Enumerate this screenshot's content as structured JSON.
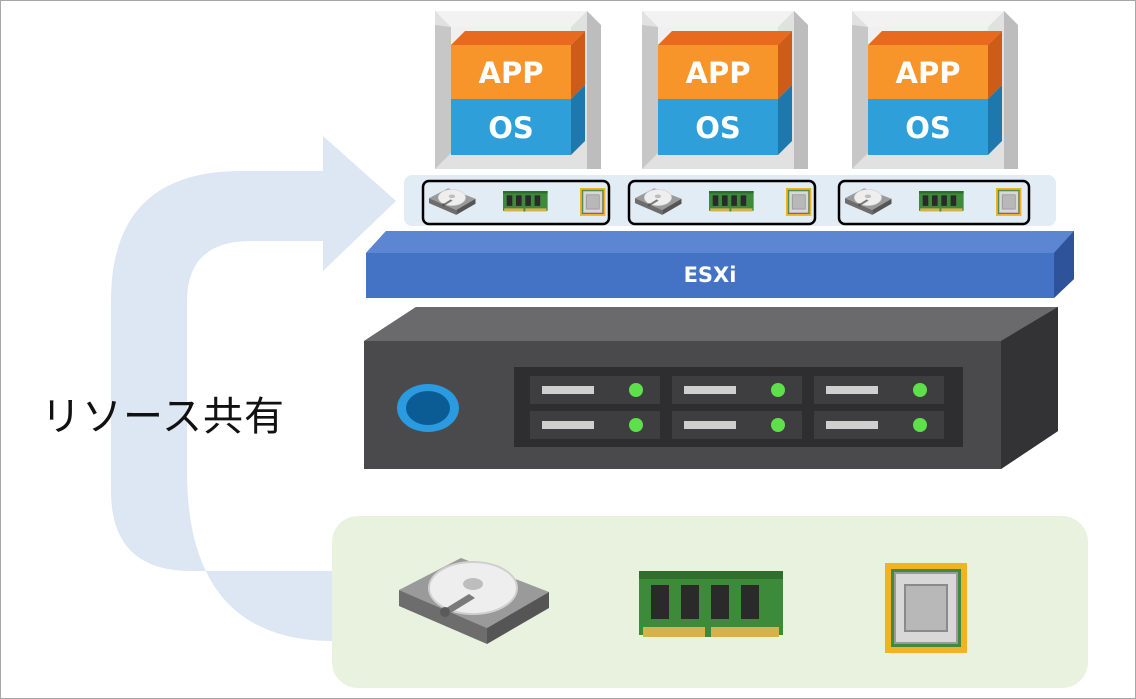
{
  "vms": [
    {
      "app_label": "APP",
      "os_label": "OS"
    },
    {
      "app_label": "APP",
      "os_label": "OS"
    },
    {
      "app_label": "APP",
      "os_label": "OS"
    }
  ],
  "hypervisor": {
    "label": "ESXi"
  },
  "resource_sharing": {
    "label": "リソース共有"
  },
  "colors": {
    "app": "#f7942a",
    "os": "#2e9fd8",
    "esxi": "#4472c4",
    "arrow": "#dde6f3",
    "resource_pool": "#e8f2df",
    "vm_resource_bar": "#e2ecf5",
    "server_body": "#4a4a4c"
  }
}
